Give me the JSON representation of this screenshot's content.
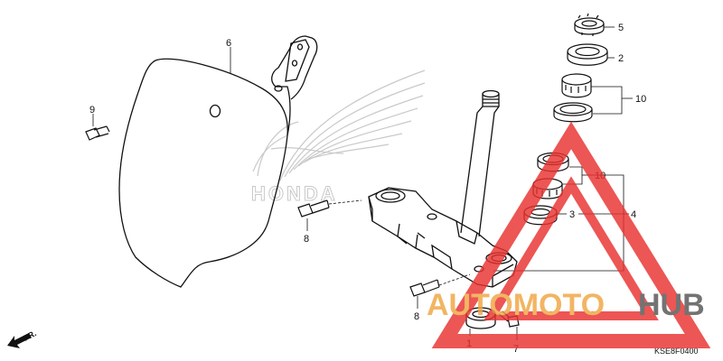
{
  "diagram": {
    "callouts": {
      "c1": "1",
      "c2": "2",
      "c3": "3",
      "c4": "4",
      "c5": "5",
      "c6": "6",
      "c7": "7",
      "c8a": "8",
      "c8b": "8",
      "c9": "9",
      "c10a": "10",
      "c10b": "10"
    },
    "direction_label": "FR.",
    "diagram_code": "KSE8F0400"
  },
  "watermark": {
    "brand_left": "AUTOMOTO",
    "brand_right": "HUB",
    "logo_mark": "HONDA",
    "accent_color": "#e8322f",
    "secondary_color": "#555555"
  }
}
